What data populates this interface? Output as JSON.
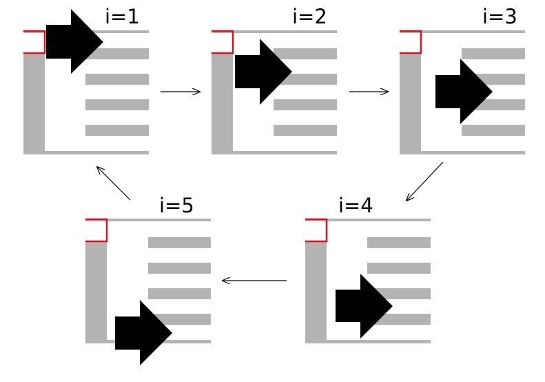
{
  "panels": [
    {
      "label": "i=1"
    },
    {
      "label": "i=2"
    },
    {
      "label": "i=3"
    },
    {
      "label": "i=4"
    },
    {
      "label": "i=5"
    }
  ],
  "colors": {
    "stripe": "#b3b3b3",
    "highlight": "#e0101a",
    "arrow_shape": "#000000",
    "flow_arrow": "#000000"
  },
  "icons": {
    "block_arrow": "right-block-arrow-icon",
    "flow_arrow": "thin-arrow-icon"
  }
}
